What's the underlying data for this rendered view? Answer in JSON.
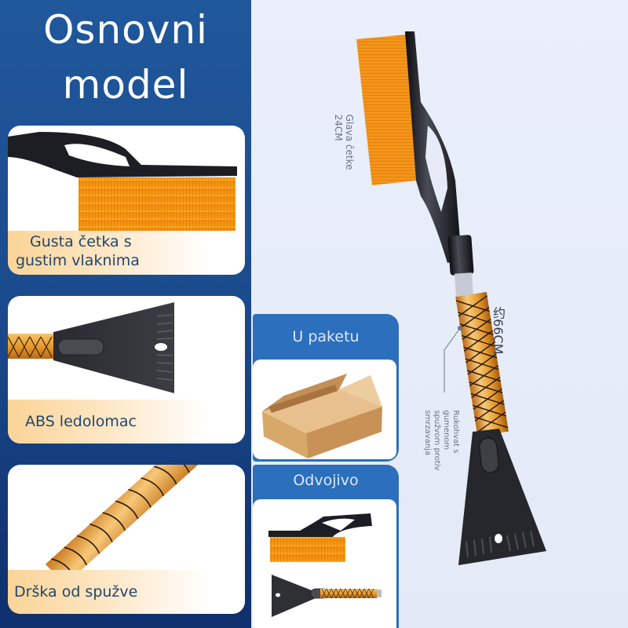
{
  "header": {
    "title_line1": "Osnovni",
    "title_line2": "model"
  },
  "feature_cards": [
    {
      "caption_line1": "Gusta četka s",
      "caption_line2": "gustim vlaknima",
      "icon": "brush-head-icon"
    },
    {
      "caption": "ABS ledolomac",
      "icon": "ice-scraper-icon"
    },
    {
      "caption": "Drška od spužve",
      "icon": "foam-handle-icon"
    }
  ],
  "side_cards": [
    {
      "title": "U paketu",
      "icon": "cardboard-box-icon"
    },
    {
      "title": "Odvojivo",
      "icon": "detachable-parts-icon"
    }
  ],
  "product_annotations": {
    "brush_head_line1": "Glava četke",
    "brush_head_line2": "24CM",
    "total_length": "约66CM",
    "handle_line1": "Rukohvat s",
    "handle_line2": "gumenom",
    "handle_line3": "spužvom protiv",
    "handle_line4": "smrzavanja"
  },
  "colors": {
    "panel_blue": "#20589c",
    "panel_blue_dark": "#0f2f6d",
    "bristle_orange": "#f59a14",
    "handle_black": "#1d1e23",
    "foam_gold": "#e9a236",
    "caption_text": "#23466b",
    "side_card_blue": "#2b6fbd"
  }
}
